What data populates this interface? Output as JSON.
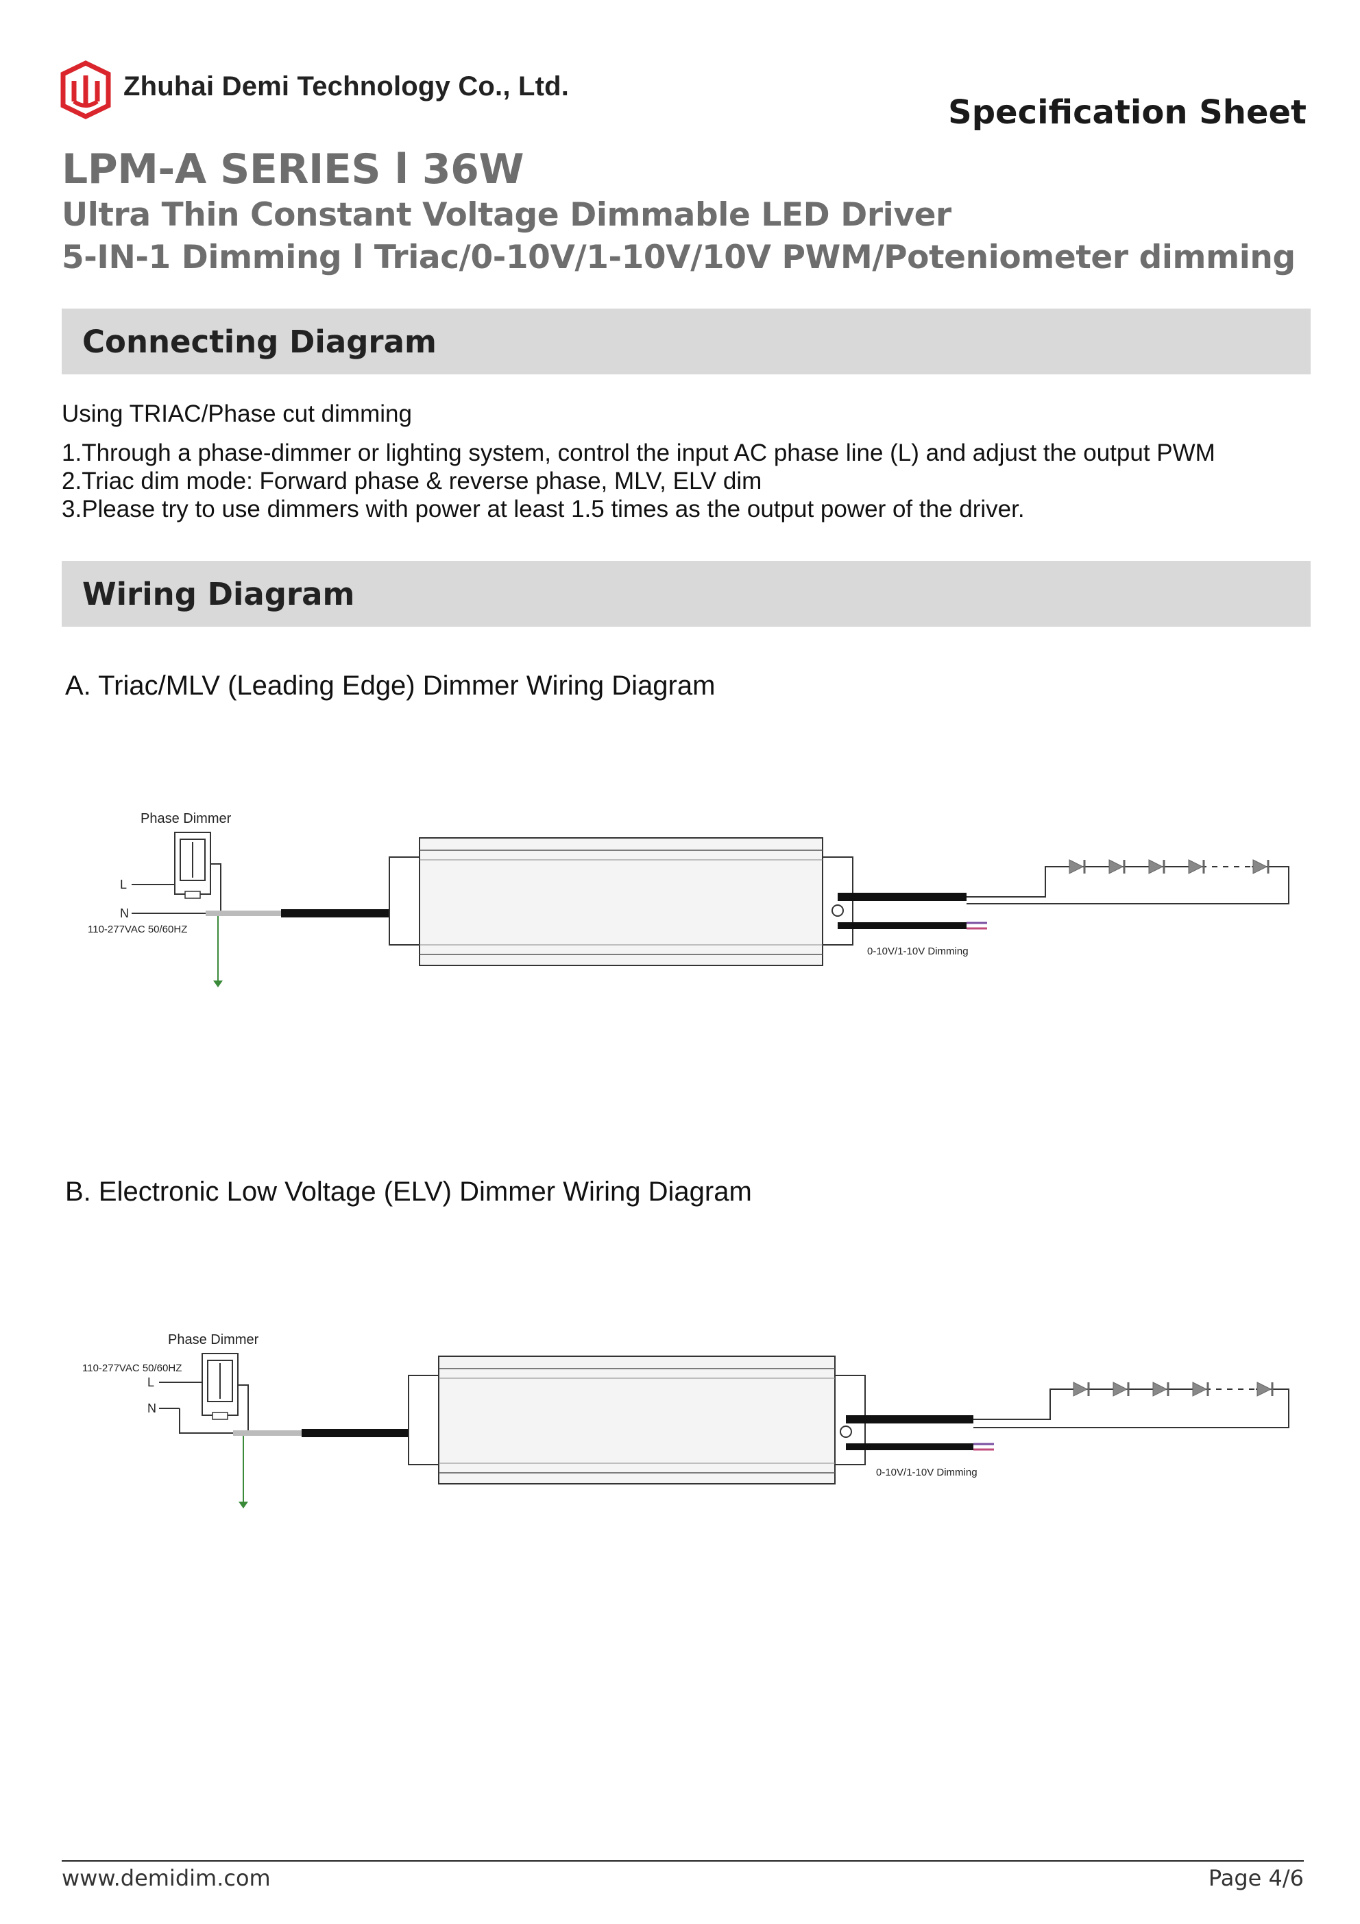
{
  "header": {
    "company": "Zhuhai Demi Technology Co., Ltd.",
    "doc_type": "Specification Sheet",
    "series": "LPM-A SERIES l 36W",
    "subtitle1": "Ultra Thin Constant Voltage Dimmable LED Driver",
    "subtitle2": "5-IN-1 Dimming l  Triac/0-10V/1-10V/10V PWM/Poteniometer dimming"
  },
  "connecting": {
    "heading": "Connecting Diagram",
    "intro": "Using TRIAC/Phase cut dimming",
    "lines": [
      "1.Through a phase-dimmer or lighting system, control the input AC phase line (L) and adjust the output PWM",
      "2.Triac dim mode: Forward phase & reverse phase, MLV, ELV dim",
      "3.Please try to use dimmers with power at least 1.5 times as the output power of the driver."
    ]
  },
  "wiring": {
    "heading": "Wiring Diagram",
    "diagram_a": {
      "title": "A. Triac/MLV (Leading Edge) Dimmer Wiring Diagram",
      "dimmer_label": "Phase Dimmer",
      "line_label": "L",
      "neutral_label": "N",
      "input_label": "110-277VAC 50/60HZ",
      "dim_label": "0-10V/1-10V Dimming"
    },
    "diagram_b": {
      "title": "B. Electronic Low Voltage (ELV) Dimmer Wiring Diagram",
      "dimmer_label": "Phase Dimmer",
      "line_label": "L",
      "neutral_label": "N",
      "input_label": "110-277VAC 50/60HZ",
      "dim_label": "0-10V/1-10V Dimming"
    }
  },
  "footer": {
    "website": "www.demidim.com",
    "page": "Page 4/6"
  },
  "colors": {
    "section_bar": "#d9d9d9",
    "title_gray": "#6e6e6e",
    "logo_red": "#d9252b",
    "ground_green": "#3a8a3a"
  }
}
